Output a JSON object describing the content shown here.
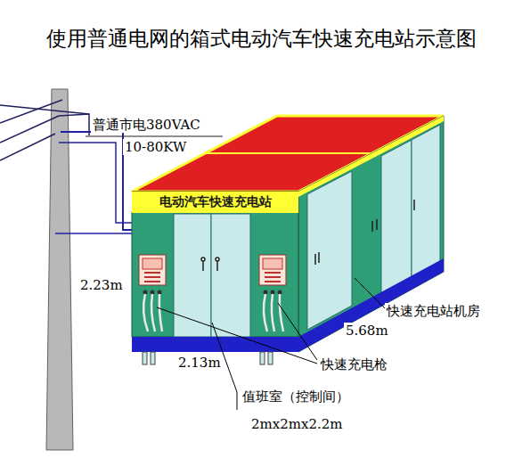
{
  "diagram": {
    "title": "使用普通电网的箱式电动汽车快速充电站示意图",
    "nodes": [
      {
        "text": [
          "电动汽车快速充电站"
        ]
      }
    ],
    "labels": [
      "普通市电380VAC",
      "10-80KW",
      "2.23m",
      "快速充电站机房",
      "5.68m",
      "2.13m",
      "快速充电枪",
      "值班室（控制间）",
      "2mx2mx2.2m"
    ]
  }
}
